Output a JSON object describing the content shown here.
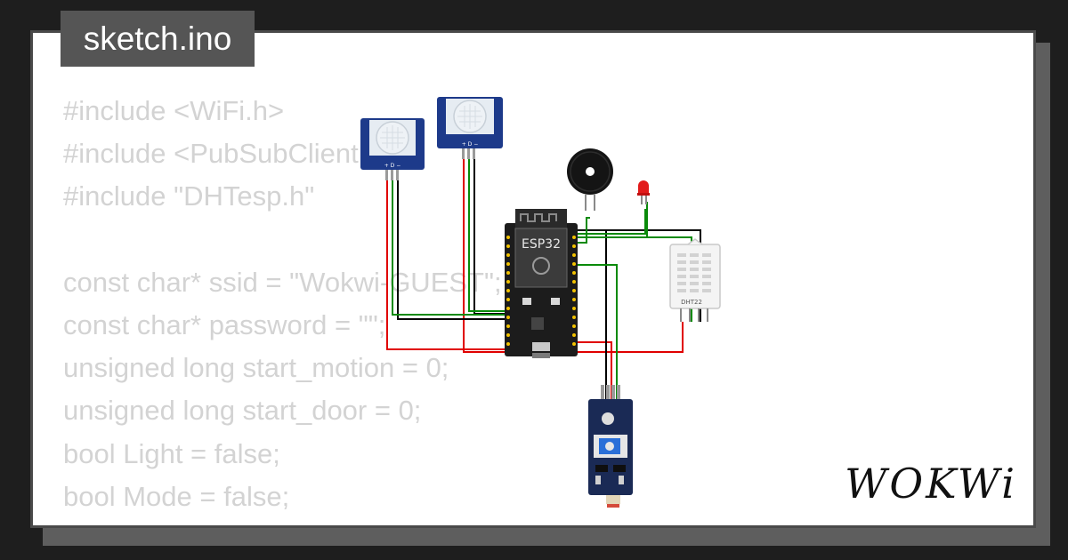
{
  "file_tab": {
    "label": "sketch.ino"
  },
  "code_lines": [
    "#include <WiFi.h>",
    "#include <PubSubClient.h>",
    "#include \"DHTesp.h\"",
    "",
    "const char* ssid = \"Wokwi-GUEST\";",
    "const char* password = \"\";",
    "unsigned long start_motion = 0;",
    "unsigned long start_door = 0;",
    "bool Light = false;",
    "bool Mode = false;"
  ],
  "components": {
    "board_label": "ESP32",
    "dht_label": "DHT22",
    "pir_pin_labels": "+ D −"
  },
  "brand": {
    "name": "WOKWi"
  },
  "colors": {
    "background": "#1e1e1e",
    "card": "#ffffff",
    "tab": "#555555",
    "code_text": "#d3d3d3",
    "wire_red": "#e00000",
    "wire_green": "#0a8a0a",
    "wire_black": "#000000",
    "pcb_blue": "#1d3a8a"
  }
}
